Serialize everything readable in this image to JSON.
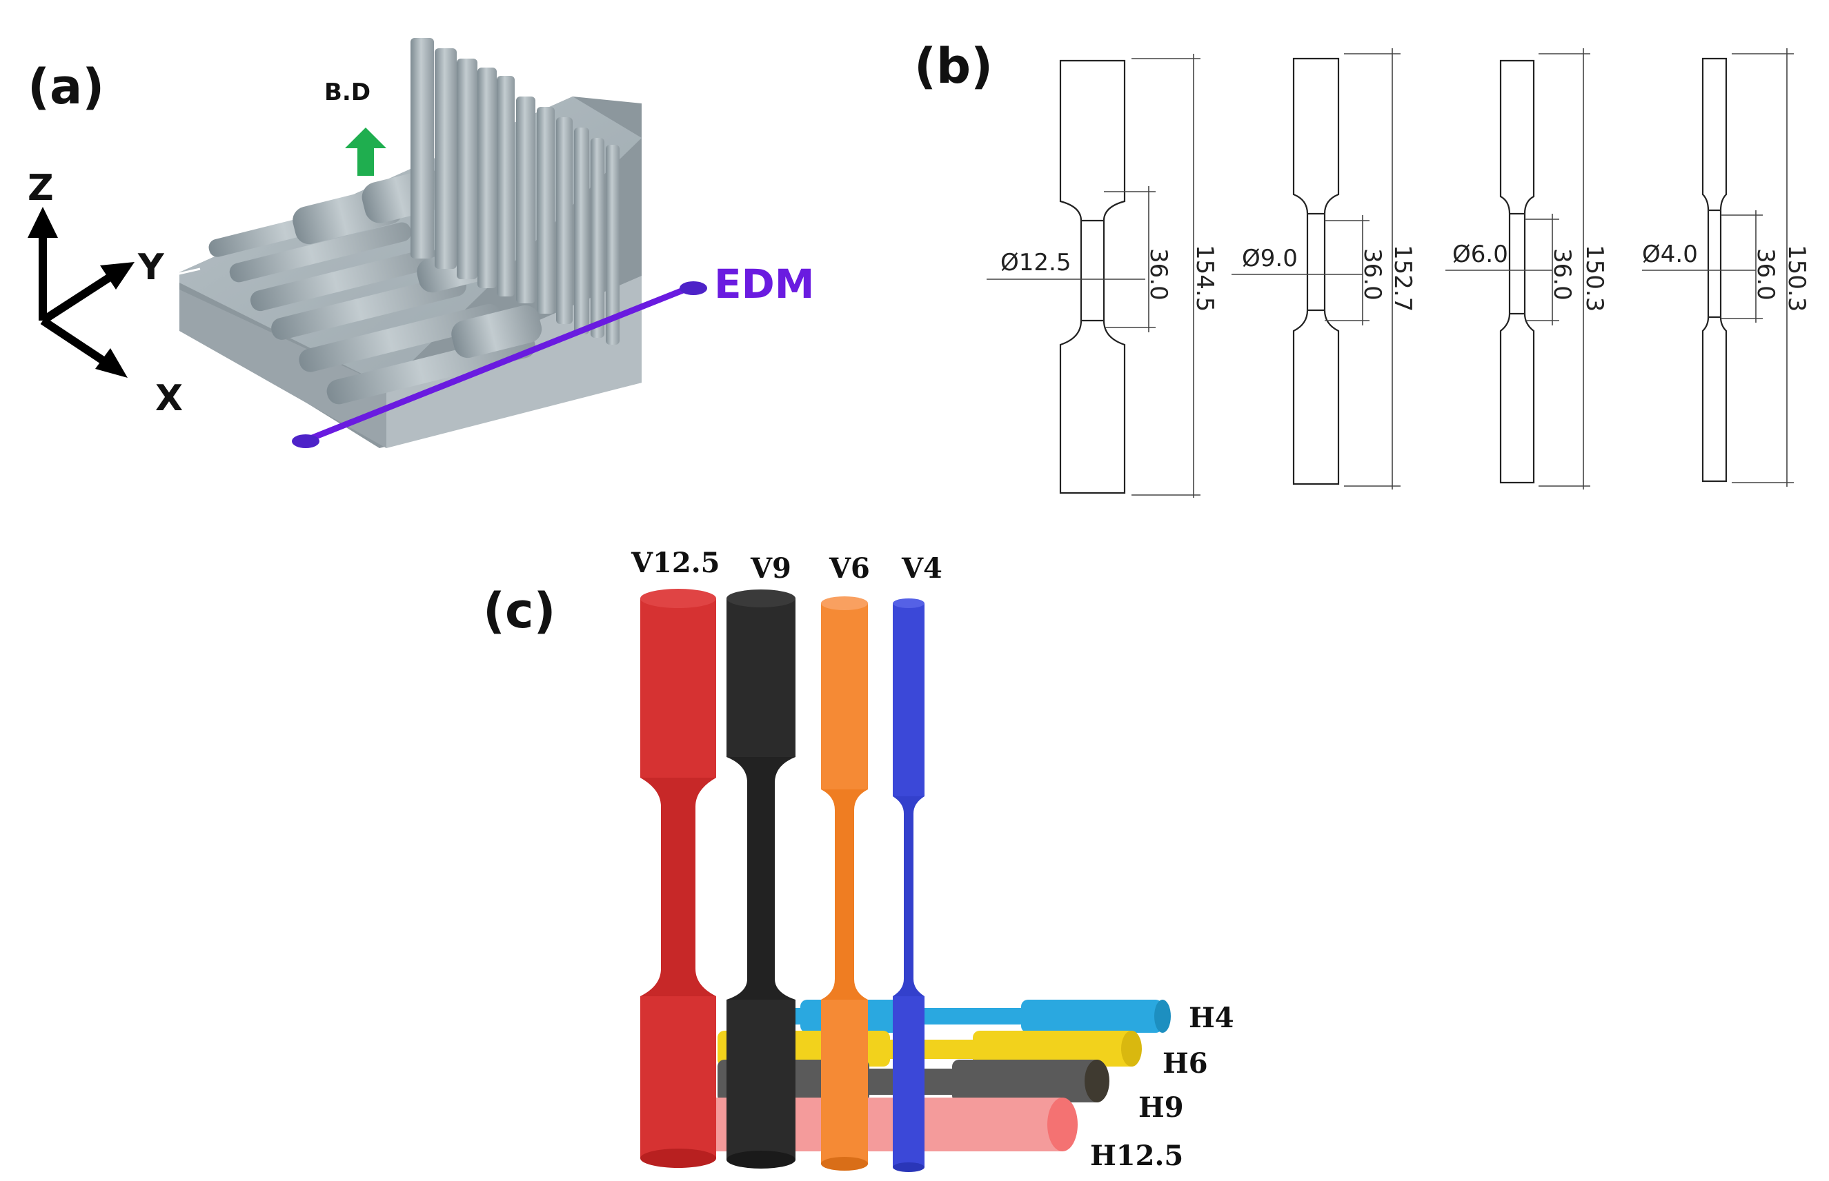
{
  "panels": {
    "a": {
      "label": "(a)",
      "build_direction": "B.D",
      "axes": {
        "z": "Z",
        "y": "Y",
        "x": "X"
      },
      "edm": "EDM",
      "colors": {
        "edm": "#6a1be0",
        "arrow": "#1fae4f",
        "part": "#aab4b9"
      }
    },
    "b": {
      "label": "(b)",
      "specimens": [
        {
          "diameter": "Ø12.5",
          "gauge": "36.0",
          "length": "154.5"
        },
        {
          "diameter": "Ø9.0",
          "gauge": "36.0",
          "length": "152.7"
        },
        {
          "diameter": "Ø6.0",
          "gauge": "36.0",
          "length": "150.3"
        },
        {
          "diameter": "Ø4.0",
          "gauge": "36.0",
          "length": "150.3"
        }
      ]
    },
    "c": {
      "label": "(c)",
      "vertical": [
        {
          "name": "V12.5",
          "color": "#d63232"
        },
        {
          "name": "V9",
          "color": "#2b2b2b"
        },
        {
          "name": "V6",
          "color": "#f58a35"
        },
        {
          "name": "V4",
          "color": "#3b48d8"
        }
      ],
      "horizontal": [
        {
          "name": "H4",
          "color": "#2aa8e0"
        },
        {
          "name": "H6",
          "color": "#f2d21c"
        },
        {
          "name": "H9",
          "color": "#555555"
        },
        {
          "name": "H12.5",
          "color": "#f49b9b"
        }
      ]
    }
  }
}
